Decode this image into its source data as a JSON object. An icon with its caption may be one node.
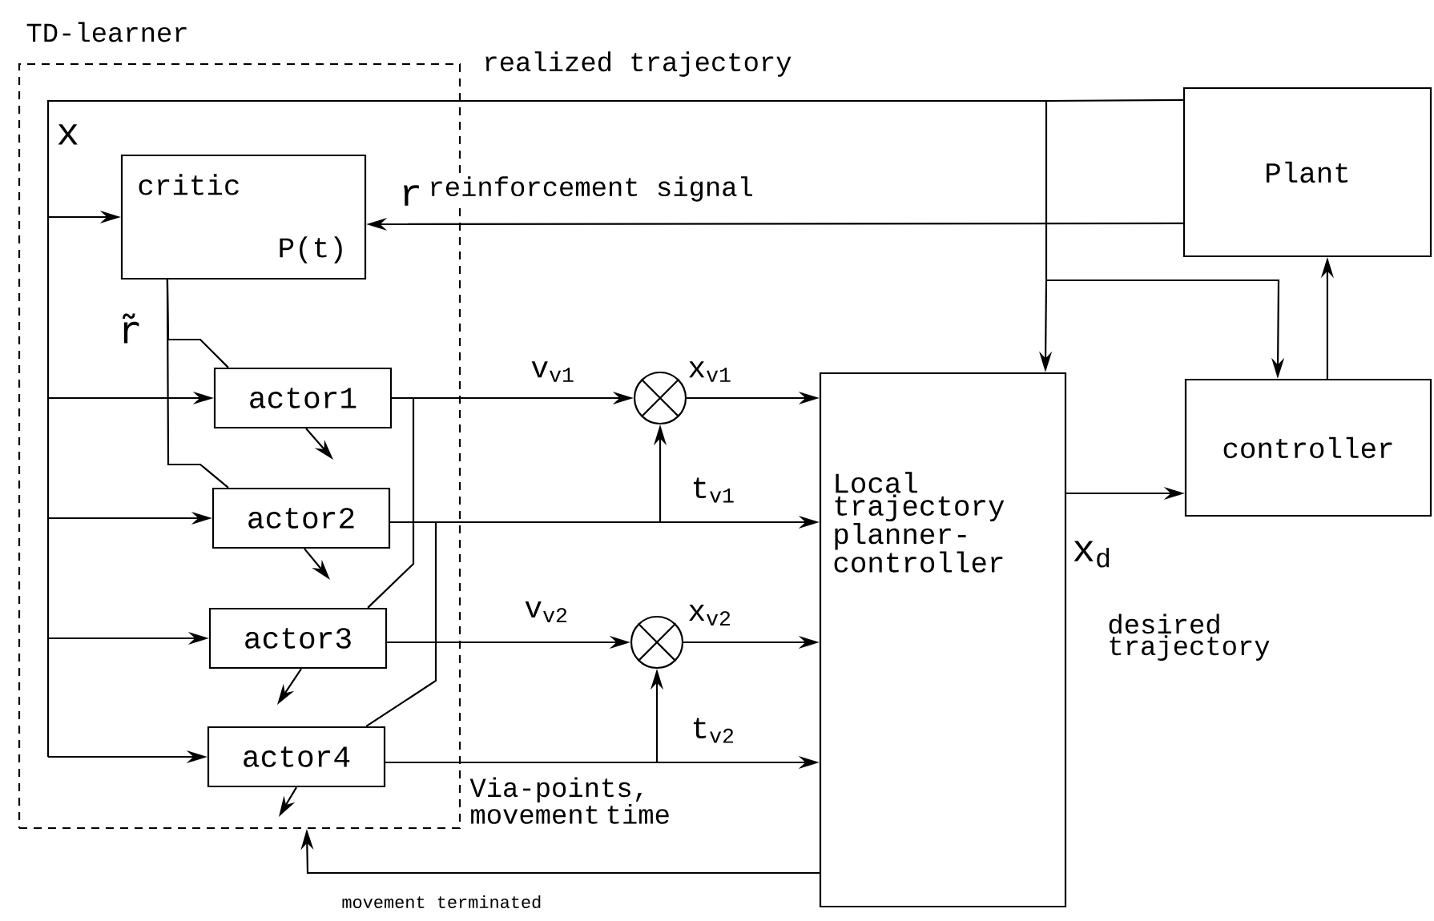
{
  "diagram": {
    "nodes": [
      {
        "text": [
          "TD-learner"
        ]
      },
      {
        "text": [
          "critic",
          "P(t)"
        ],
        "in": 0
      },
      {
        "text": [
          "actor1"
        ],
        "in": 0
      },
      {
        "text": [
          "actor2"
        ],
        "in": 0
      },
      {
        "text": [
          "actor3"
        ],
        "in": 0
      },
      {
        "text": [
          "actor4"
        ],
        "in": 0
      },
      {
        "text": [],
        "shape": "circle"
      },
      {
        "text": [],
        "shape": "circle"
      },
      {
        "text": [
          "Local trajectory planner-controller"
        ]
      },
      {
        "text": [
          "Plant"
        ]
      },
      {
        "text": [
          "controller"
        ]
      }
    ],
    "edges": [
      {
        "from": 9,
        "to": 1,
        "arrow": "to",
        "label": "realized trajectory"
      },
      {
        "from": 9,
        "to": 2,
        "arrow": "to"
      },
      {
        "from": 9,
        "to": 3,
        "arrow": "to"
      },
      {
        "from": 9,
        "to": 4,
        "arrow": "to"
      },
      {
        "from": 9,
        "to": 5,
        "arrow": "to"
      },
      {
        "from": 9,
        "to": 8,
        "arrow": "to"
      },
      {
        "from": 9,
        "to": 10,
        "arrow": "to"
      },
      {
        "from": 9,
        "to": 1,
        "arrow": "to",
        "label": "reinforcement signal"
      },
      {
        "from": 1,
        "to": 2,
        "arrow": "none"
      },
      {
        "from": 1,
        "to": 3,
        "arrow": "none"
      },
      {
        "from": 2,
        "to": 6,
        "arrow": "to",
        "label": "v$_{v1}$"
      },
      {
        "from": 2,
        "to": 4,
        "arrow": "none"
      },
      {
        "from": 3,
        "to": 8,
        "arrow": "to",
        "label": "t$_{v1}$"
      },
      {
        "from": 3,
        "to": 6,
        "arrow": "to"
      },
      {
        "from": 3,
        "to": 5,
        "arrow": "none"
      },
      {
        "from": 6,
        "to": 8,
        "arrow": "to",
        "label": "x$_{v1}$"
      },
      {
        "from": 4,
        "to": 7,
        "arrow": "to",
        "label": "v$_{v2}$"
      },
      {
        "from": 7,
        "to": 8,
        "arrow": "to",
        "label": "x$_{v2}$"
      },
      {
        "from": 5,
        "to": 8,
        "arrow": "to",
        "label": "t$_{v2}$"
      },
      {
        "from": 5,
        "to": 7,
        "arrow": "to"
      },
      {
        "from": 8,
        "to": 0,
        "arrow": "to",
        "label": "movement terminated"
      },
      {
        "from": 8,
        "to": 10,
        "arrow": "to"
      },
      {
        "from": 10,
        "to": 9,
        "arrow": "to"
      },
      {
        "from": 2,
        "to": null,
        "arrow": "to"
      },
      {
        "from": 3,
        "to": null,
        "arrow": "to"
      },
      {
        "from": 4,
        "to": null,
        "arrow": "to"
      },
      {
        "from": 5,
        "to": null,
        "arrow": "to"
      }
    ],
    "labels": [
      "x",
      "r",
      "r̃",
      "Via-points, movement time",
      "x$_{d}$",
      "desired trajectory"
    ]
  }
}
